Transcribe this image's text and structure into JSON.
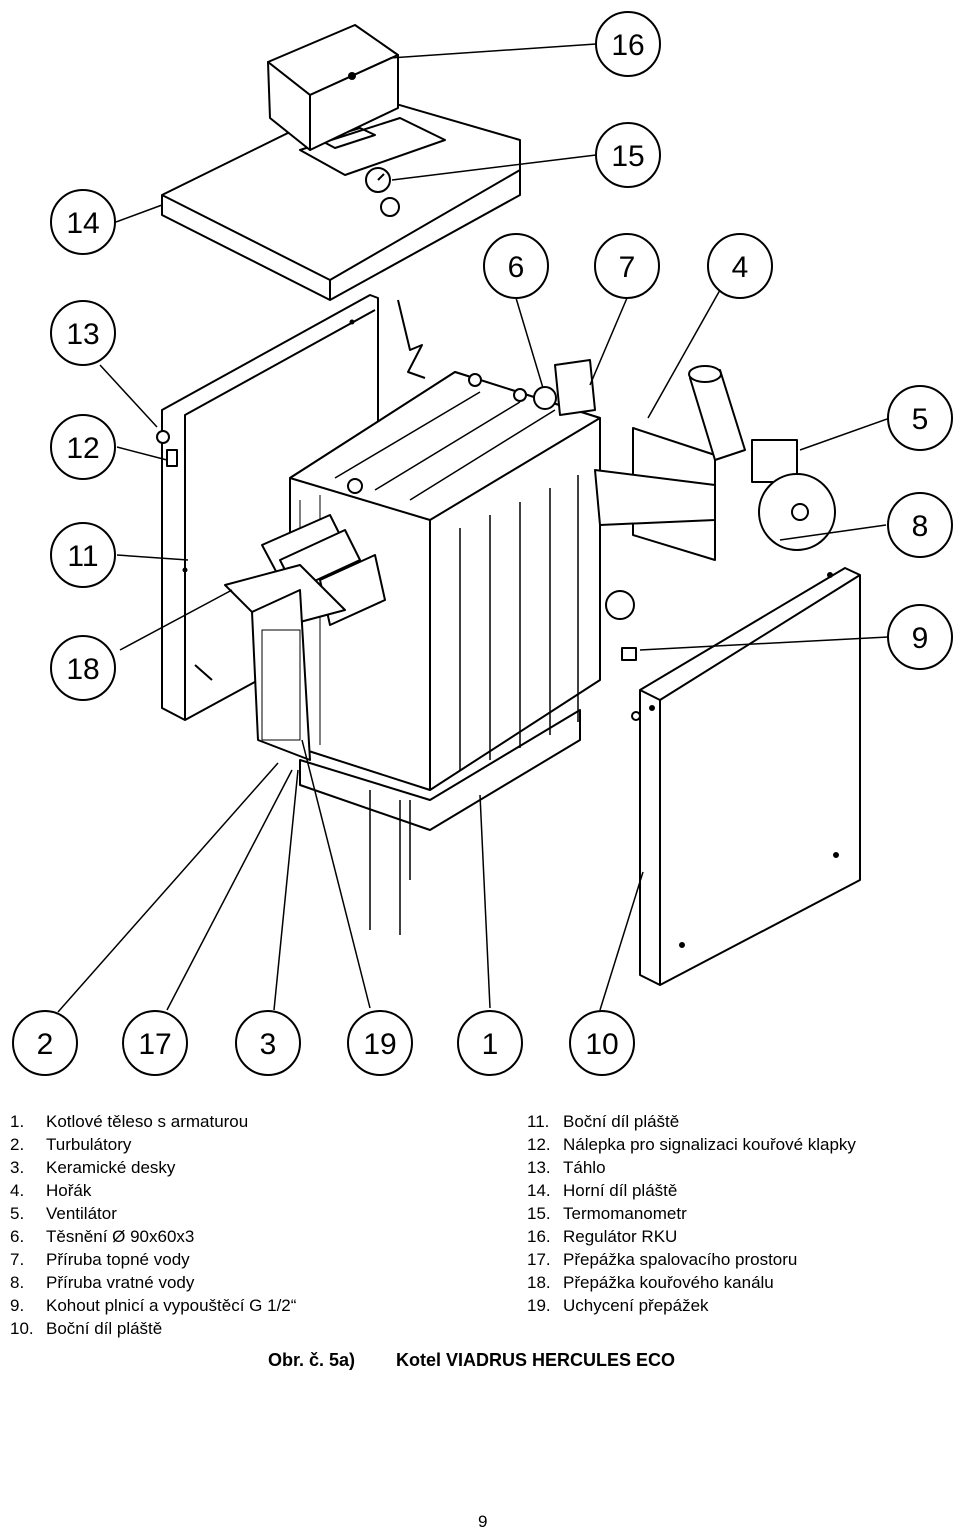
{
  "callouts": [
    "16",
    "15",
    "14",
    "13",
    "12",
    "11",
    "18",
    "6",
    "7",
    "4",
    "5",
    "8",
    "9",
    "2",
    "17",
    "3",
    "19",
    "1",
    "10"
  ],
  "legend_left": [
    {
      "num": "1.",
      "text": "Kotlové těleso s armaturou"
    },
    {
      "num": "2.",
      "text": "Turbulátory"
    },
    {
      "num": "3.",
      "text": "Keramické desky"
    },
    {
      "num": "4.",
      "text": "Hořák"
    },
    {
      "num": "5.",
      "text": "Ventilátor"
    },
    {
      "num": "6.",
      "text": "Těsnění Ø 90x60x3"
    },
    {
      "num": "7.",
      "text": "Příruba topné vody"
    },
    {
      "num": "8.",
      "text": "Příruba vratné vody"
    },
    {
      "num": "9.",
      "text": "Kohout plnicí a vypouštěcí G 1/2“"
    },
    {
      "num": "10.",
      "text": "Boční díl pláště"
    }
  ],
  "legend_right": [
    {
      "num": "11.",
      "text": "Boční díl pláště"
    },
    {
      "num": "12.",
      "text": "Nálepka pro signalizaci kouřové klapky"
    },
    {
      "num": "13.",
      "text": "Táhlo"
    },
    {
      "num": "14.",
      "text": "Horní díl pláště"
    },
    {
      "num": "15.",
      "text": "Termomanometr"
    },
    {
      "num": "16.",
      "text": "Regulátor RKU"
    },
    {
      "num": "17.",
      "text": "Přepážka spalovacího prostoru"
    },
    {
      "num": "18.",
      "text": "Přepážka kouřového kanálu"
    },
    {
      "num": "19.",
      "text": "Uchycení přepážek"
    }
  ],
  "caption": {
    "figure": "Obr. č. 5a)",
    "title": "Kotel VIADRUS HERCULES ECO"
  },
  "page_number": "9"
}
